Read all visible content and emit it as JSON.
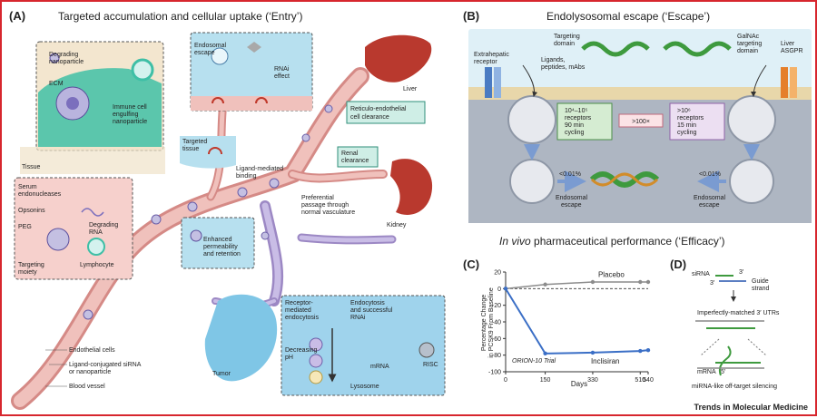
{
  "panelA": {
    "letter": "(A)",
    "title": "Targeted accumulation and cellular uptake (‘Entry’)",
    "inset_tissue": {
      "degrading_np": [
        "Degrading",
        "nanoparticle"
      ],
      "ecm": "ECM",
      "immune": [
        "Immune cell",
        "engulfing",
        "nanoparticle"
      ],
      "tissue": "Tissue"
    },
    "inset_blood": {
      "serum": [
        "Serum",
        "endonucleases"
      ],
      "opsonins": "Opsonins",
      "peg": "PEG",
      "degrading_rna": [
        "Degrading",
        "RNA"
      ],
      "lymphocyte": "Lymphocyte",
      "targeting": [
        "Targeting",
        "moiety"
      ]
    },
    "endo_escape": [
      "Endosomal",
      "escape"
    ],
    "rnai_effect": [
      "RNAi",
      "effect"
    ],
    "liver": "Liver",
    "res": [
      "Reticulo-endothelial",
      "cell clearance"
    ],
    "renal": [
      "Renal",
      "clearance"
    ],
    "kidney": "Kidney",
    "targeted_tissue": [
      "Targeted",
      "tissue"
    ],
    "ligand_binding": [
      "Ligand-mediated",
      "binding"
    ],
    "preferential": [
      "Preferential",
      "passage through",
      "normal vasculature"
    ],
    "epr": [
      "Enhanced",
      "permeability",
      "and retention"
    ],
    "endothelial": "Endothelial cells",
    "ligand_conj": [
      "Ligand-conjugated siRNA",
      "or nanoparticle"
    ],
    "blood_vessel": "Blood vessel",
    "tumor": "Tumor",
    "tumor_inset": {
      "rme": [
        "Receptor-",
        "mediated",
        "endocytosis"
      ],
      "endocytosis": [
        "Endocytosis",
        "and successful",
        "RNAi"
      ],
      "decreasing_ph": [
        "Decreasing",
        "pH"
      ],
      "risc": "RISC",
      "mrna": "mRNA",
      "lysosome": "Lysosome"
    }
  },
  "panelB": {
    "letter": "(B)",
    "title": "Endolysosomal escape (‘Escape’)",
    "targeting_domain": [
      "Targeting",
      "domain"
    ],
    "ligands": [
      "Ligands,",
      "peptides, mAbs"
    ],
    "galnac": [
      "GalNAc",
      "targeting",
      "domain"
    ],
    "extrahepatic": [
      "Extrahepatic",
      "receptor"
    ],
    "liver_asgpr": [
      "Liver",
      "ASGPR"
    ],
    "box_left": [
      "10⁴–10⁵",
      "receptors",
      "90 min",
      "cycling"
    ],
    "box_center": ">100×",
    "box_right": [
      ">10⁶",
      "receptors",
      "15 min",
      "cycling"
    ],
    "lt_left": "<0.01%",
    "lt_right": "<0.01%",
    "escape_left": [
      "Endosomal",
      "escape"
    ],
    "escape_right": [
      "Endosomal",
      "escape"
    ]
  },
  "section_title": {
    "prefix": "In vivo",
    "rest": " pharmaceutical performance (‘Efficacy’)"
  },
  "panelC": {
    "letter": "(C)",
    "trial_label": "ORION-10 Trial",
    "ylabel_lines": [
      "Percentage Change",
      "in PCSK9 From Baseline"
    ],
    "xlabel": "Days",
    "yticks": [
      20,
      0,
      -20,
      -40,
      -60,
      -80,
      -100
    ],
    "xticks": [
      0,
      150,
      330,
      510,
      540
    ],
    "chart_data": {
      "type": "line",
      "x": [
        0,
        150,
        330,
        510,
        540
      ],
      "xlabel": "Days",
      "ylabel": "Percentage Change in PCSK9 From Baseline",
      "xlim": [
        0,
        540
      ],
      "ylim": [
        -100,
        20
      ],
      "series": [
        {
          "name": "Placebo",
          "color": "#8c8c8c",
          "values": [
            0,
            5,
            8,
            8,
            8
          ]
        },
        {
          "name": "Inclisiran",
          "color": "#3b6fc6",
          "values": [
            0,
            -78,
            -77,
            -75,
            -74
          ]
        }
      ]
    }
  },
  "panelD": {
    "letter": "(D)",
    "sirna": "siRNA",
    "guide": [
      "Guide",
      "strand"
    ],
    "imperfect": "Imperfectly-matched 3′ UTRs",
    "mrna": "mRNA",
    "offtarget": "miRNA-like off-target silencing",
    "p3": "3′",
    "p5": "5′"
  },
  "footer": "Trends in Molecular Medicine"
}
